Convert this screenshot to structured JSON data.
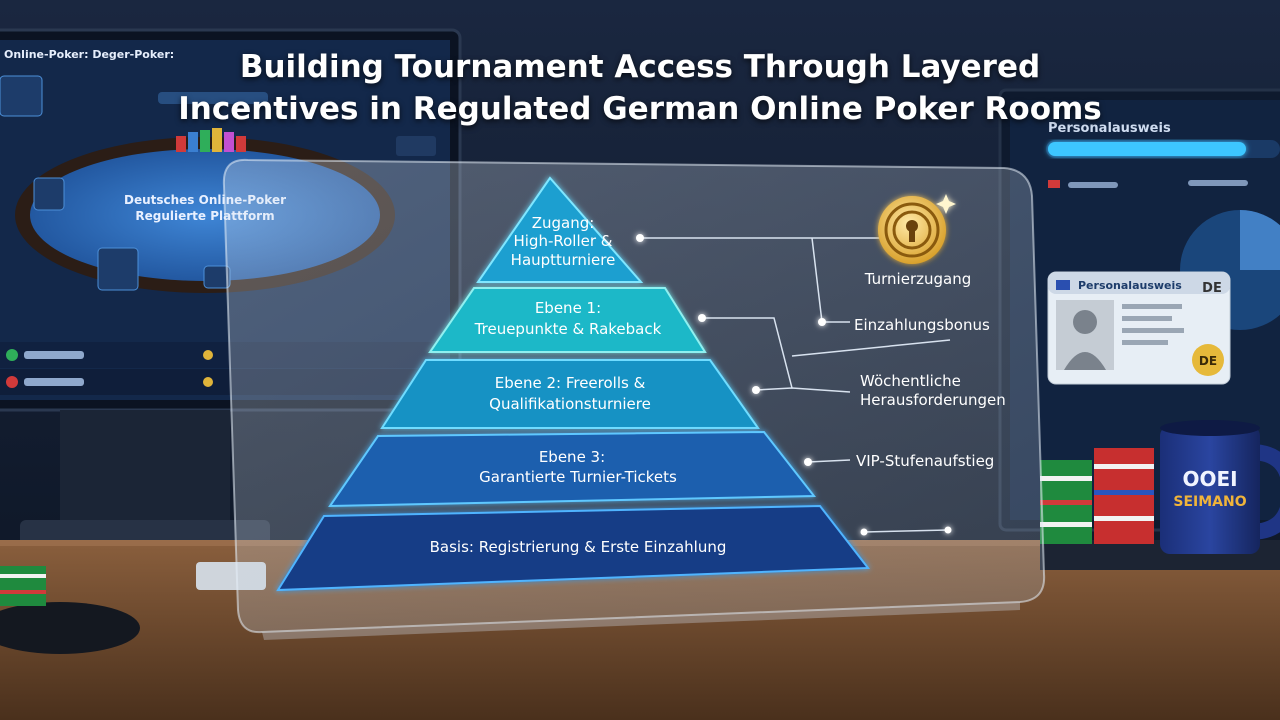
{
  "title": {
    "line1": "Building Tournament Access Through Layered",
    "line2": "Incentives in Regulated German Online Poker Rooms"
  },
  "pyramid": {
    "tiers": [
      {
        "lines": [
          "Zugang:",
          "High-Roller &",
          "Hauptturniere"
        ]
      },
      {
        "lines": [
          "Ebene 1:",
          "Treuepunkte & Rakeback"
        ]
      },
      {
        "lines": [
          "Ebene 2: Freerolls &",
          "Qualifikationsturniere"
        ]
      },
      {
        "lines": [
          "Ebene 3:",
          "Garantierte Turnier-Tickets"
        ]
      },
      {
        "lines": [
          "Basis: Registrierung & Erste Einzahlung"
        ]
      }
    ]
  },
  "incentives": {
    "access_label": "Turnierzugang",
    "deposit_bonus": "Einzahlungsbonus",
    "weekly_line1": "Wöchentliche",
    "weekly_line2": "Herausforderungen",
    "vip": "VIP-Stufenaufstieg",
    "access_icon": "keyhole-icon"
  },
  "background": {
    "monitor_title": "Online-Poker: Deger-Poker:",
    "table_line1": "Deutsches Online-Poker",
    "table_line2": "Regulierte Plattform",
    "id_screen_title": "Personalausweis",
    "id_card_title": "Personalausweis",
    "id_badge": "DE",
    "id_seal": "DE",
    "mug_line1": "OOEI",
    "mug_line2": "SEIMANO"
  },
  "colors": {
    "tier_top": "#1e9fd0",
    "tier_1": "#1fb8c8",
    "tier_2": "#1592c4",
    "tier_3": "#1a5fae",
    "tier_base": "#163c86",
    "gold": "#f2c14a"
  }
}
